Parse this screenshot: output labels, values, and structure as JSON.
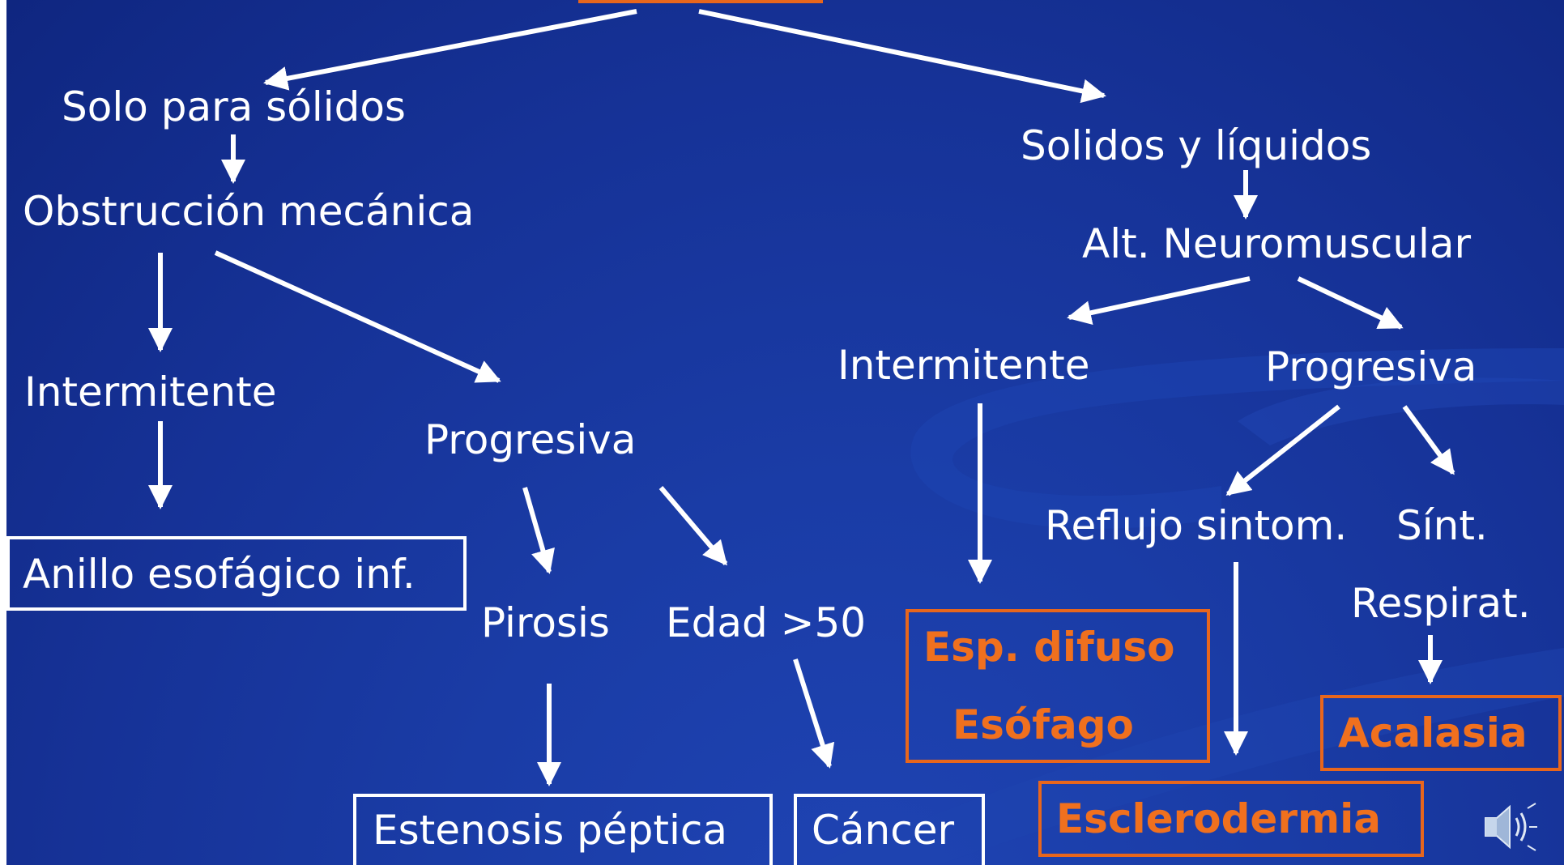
{
  "colors": {
    "background": "#163297",
    "text": "#ffffff",
    "accent": "#f0701e"
  },
  "left_branch": {
    "solids_only": "Solo para sólidos",
    "mechanical_obstruction": "Obstrucción mecánica",
    "intermittent": "Intermitente",
    "progressive": "Progresiva",
    "lower_ring": "Anillo esofágico inf.",
    "heartburn": "Pirosis",
    "age_over_50": "Edad >50",
    "peptic_stenosis": "Estenosis péptica",
    "cancer": "Cáncer"
  },
  "right_branch": {
    "solids_and_liquids": "Solidos y líquidos",
    "neuromuscular": "Alt. Neuromuscular",
    "intermittent": "Intermitente",
    "progressive": "Progresiva",
    "reflux_symptoms": "Reflujo sintom.",
    "resp_symptoms_line1": "Sínt.",
    "resp_symptoms_line2": "Respirat.",
    "diffuse_spasm_line1": "Esp. difuso",
    "diffuse_spasm_line2": "Esófago",
    "scleroderma": "Esclerodermia",
    "achalasia": "Acalasia"
  },
  "icons": {
    "sound": "speaker-icon"
  }
}
